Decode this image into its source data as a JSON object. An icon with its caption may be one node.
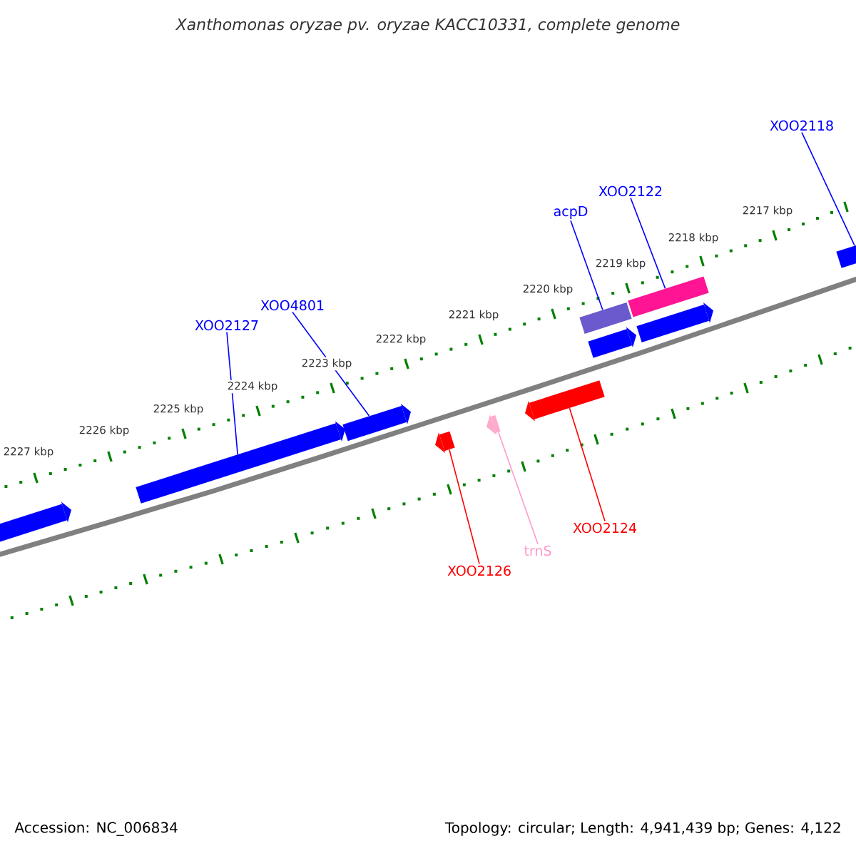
{
  "diagram": {
    "title": "Xanthomonas oryzae pv. oryzae KACC10331, complete genome",
    "nodes": [
      {
        "text": [
          "XOO2118"
        ]
      },
      {
        "text": [
          "XOO2122"
        ]
      },
      {
        "text": [
          "acpD"
        ]
      },
      {
        "text": [
          "XOO4801"
        ]
      },
      {
        "text": [
          "XOO2127"
        ]
      },
      {
        "text": [
          "XOO2124"
        ]
      },
      {
        "text": [
          "trnS"
        ]
      },
      {
        "text": [
          "XOO2126"
        ]
      },
      {
        "text": [],
        "shape": "arrow"
      },
      {
        "text": [],
        "shape": "arrow"
      },
      {
        "text": [],
        "shape": "arrow"
      },
      {
        "text": [],
        "shape": "arrow"
      },
      {
        "text": [],
        "shape": "arrow"
      },
      {
        "text": [],
        "shape": "arrow"
      },
      {
        "text": [],
        "shape": "box"
      },
      {
        "text": [],
        "shape": "arrow"
      },
      {
        "text": [],
        "shape": "box"
      },
      {
        "text": [],
        "shape": "arrow"
      },
      {
        "text": [],
        "shape": "arrow"
      }
    ],
    "edges": [
      {
        "from": 0,
        "to": 18,
        "arrow": "none"
      },
      {
        "from": 1,
        "to": 16,
        "arrow": "none"
      },
      {
        "from": 2,
        "to": 14,
        "arrow": "none"
      },
      {
        "from": 3,
        "to": 10,
        "arrow": "none"
      },
      {
        "from": 4,
        "to": 9,
        "arrow": "none"
      },
      {
        "from": 5,
        "to": 13,
        "arrow": "none",
        "color": "#ff0000"
      },
      {
        "from": 6,
        "to": 12,
        "arrow": "none",
        "color": "#ff99cc"
      },
      {
        "from": 7,
        "to": 11,
        "arrow": "none",
        "color": "#ff0000"
      }
    ],
    "labels": [
      "2227 kbp",
      "2226 kbp",
      "2225 kbp",
      "2224 kbp",
      "2223 kbp",
      "2222 kbp",
      "2221 kbp",
      "2220 kbp",
      "2219 kbp",
      "2218 kbp",
      "2217 kbp",
      "Accession: NC_006834",
      "Topology: circular; Length: 4,941,439 bp; Genes: 4,122"
    ]
  }
}
